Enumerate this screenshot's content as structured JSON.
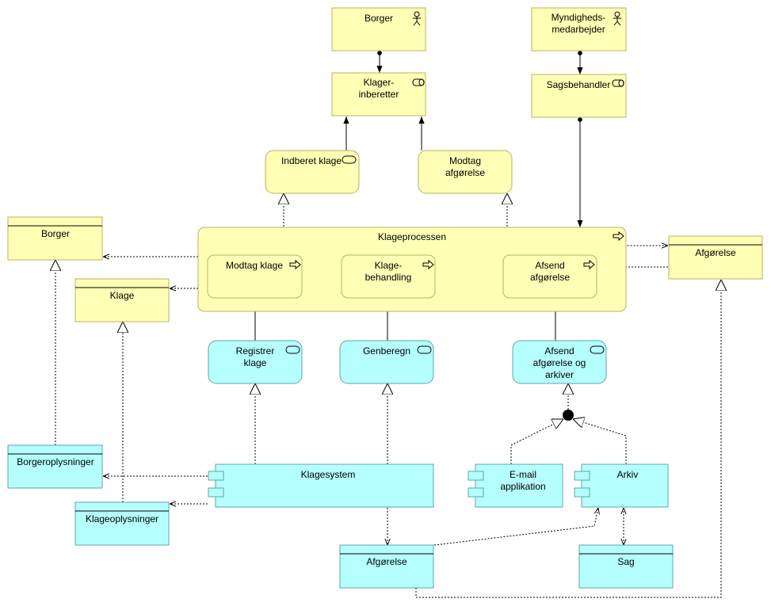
{
  "actors": {
    "borger": "Borger",
    "myndighed_line1": "Myndigheds-",
    "myndighed_line2": "medarbejder"
  },
  "roles": {
    "klager_line1": "Klager-",
    "klager_line2": "inberetter",
    "sagsbehandler": "Sagsbehandler"
  },
  "interfaces": {
    "indberet": "Indberet klage",
    "modtag_line1": "Modtag",
    "modtag_line2": "afgørelse"
  },
  "process": {
    "title": "Klageprocessen",
    "modtag_klage": "Modtag klage",
    "klage_line1": "Klage-",
    "klage_line2": "behandling",
    "afsend_line1": "Afsend",
    "afsend_line2": "afgørelse"
  },
  "business_objects": {
    "borger": "Borger",
    "klage": "Klage",
    "afgorelse": "Afgørelse"
  },
  "app_services": {
    "registrer_line1": "Registrer",
    "registrer_line2": "klage",
    "genberegn": "Genberegn",
    "afsend_line1": "Afsend",
    "afsend_line2": "afgørelse og",
    "afsend_line3": "arkiver"
  },
  "app_components": {
    "klagesystem": "Klagesystem",
    "email_line1": "E-mail",
    "email_line2": "applikation",
    "arkiv": "Arkiv"
  },
  "data_objects": {
    "borgeroplysninger": "Borgeroplysninger",
    "klageoplysninger": "Klageoplysninger",
    "afgorelse": "Afgørelse",
    "sag": "Sag"
  },
  "colors": {
    "business_fill": "#ffffb5",
    "application_fill": "#b5ffff"
  }
}
